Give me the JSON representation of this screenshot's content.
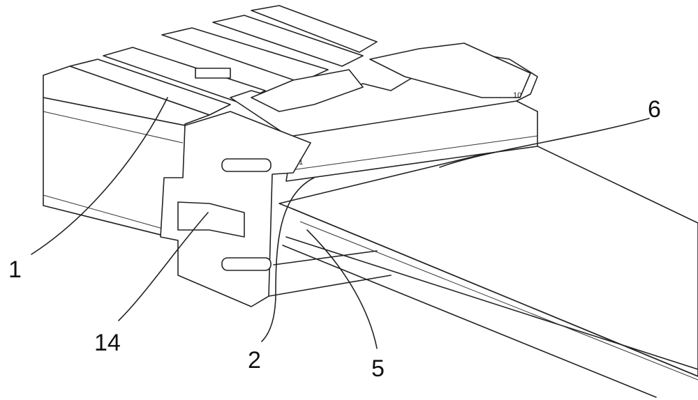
{
  "figure": {
    "labels": {
      "housing": "1",
      "latch": "14",
      "contact": "2",
      "terminal": "5",
      "cable": "6"
    },
    "markings": {
      "pin_first": "1",
      "pin_last": "10"
    }
  }
}
